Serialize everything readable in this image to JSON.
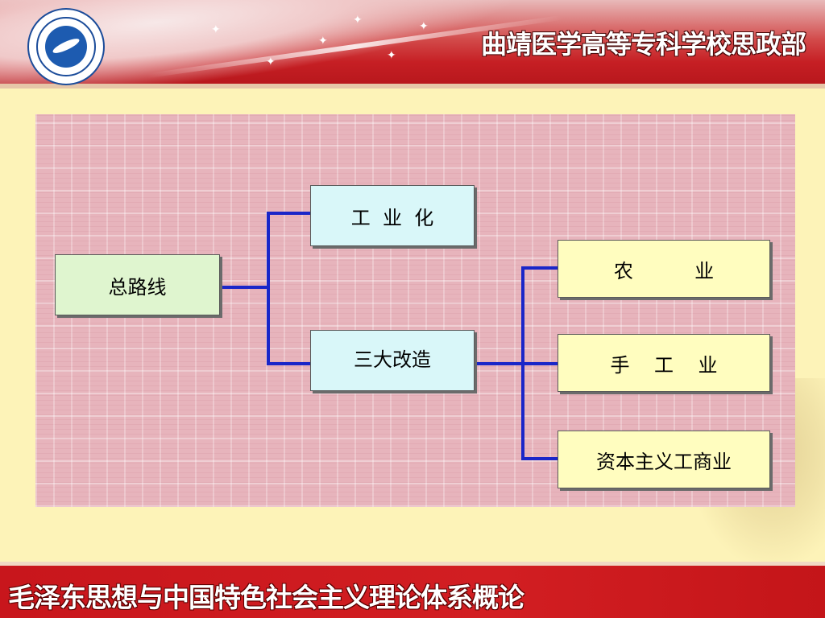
{
  "header": {
    "school_name": "曲靖医学高等专科学校思政部"
  },
  "footer": {
    "course_name": "毛泽东思想与中国特色社会主义理论体系概论"
  },
  "diagram": {
    "root": "总路线",
    "level1": {
      "industrialization": "工  业  化",
      "three_transformations": "三大改造"
    },
    "level2": {
      "agriculture": "农          业",
      "handicraft": "手    工    业",
      "capitalist_commerce": "资本主义工商业"
    },
    "colors": {
      "connector": "#1a26c8",
      "root_fill": "#dff5cf",
      "level1_fill": "#d9f7f9",
      "level2_fill": "#fffdbf",
      "header_red": "#c61f24",
      "footer_red": "#c8161c"
    }
  }
}
